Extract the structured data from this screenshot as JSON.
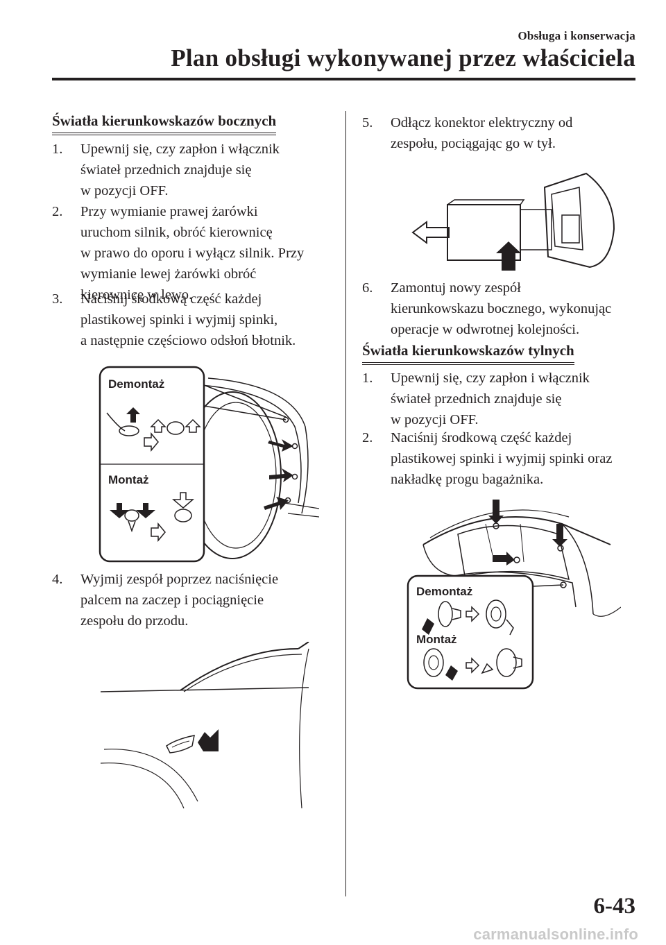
{
  "header": {
    "section": "Obsługa i konserwacja",
    "title": "Plan obsługi wykonywanej przez właściciela"
  },
  "left": {
    "section_title": "Światła kierunkowskazów bocznych",
    "steps": [
      {
        "num": "1.",
        "text": "Upewnij się, czy zapłon i włącznik\nświateł przednich znajduje się\nw pozycji OFF."
      },
      {
        "num": "2.",
        "text": "Przy wymianie prawej żarówki\nuruchom silnik, obróć kierownicę\nw prawo do oporu i wyłącz silnik. Przy\nwymianie lewej żarówki obróć\nkierownicę w lewo."
      },
      {
        "num": "3.",
        "text": "Naciśnij środkową część każdej\nplastikowej spinki i wyjmij spinki,\na następnie częściowo odsłoń błotnik."
      },
      {
        "num": "4.",
        "text": "Wyjmij zespół poprzez naciśnięcie\npalcem na zaczep i pociągnięcie\nzespołu do przodu."
      }
    ],
    "fig1": {
      "removal": "Demontaż",
      "install": "Montaż"
    }
  },
  "right": {
    "steps_a": [
      {
        "num": "5.",
        "text": "Odłącz konektor elektryczny od\nzespołu, pociągając go w tył."
      },
      {
        "num": "6.",
        "text": "Zamontuj nowy zespół\nkierunkowskazu bocznego, wykonując\noperacje w odwrotnej kolejności."
      }
    ],
    "section_title": "Światła kierunkowskazów tylnych",
    "steps_b": [
      {
        "num": "1.",
        "text": "Upewnij się, czy zapłon i włącznik\nświateł przednich znajduje się\nw pozycji OFF."
      },
      {
        "num": "2.",
        "text": "Naciśnij środkową część każdej\nplastikowej spinki i wyjmij spinki oraz\nnakładkę progu bagażnika."
      }
    ],
    "fig2": {
      "removal": "Demontaż",
      "install": "Montaż"
    }
  },
  "footer": {
    "page_number": "6-43",
    "watermark": "carmanualsonline.info"
  }
}
